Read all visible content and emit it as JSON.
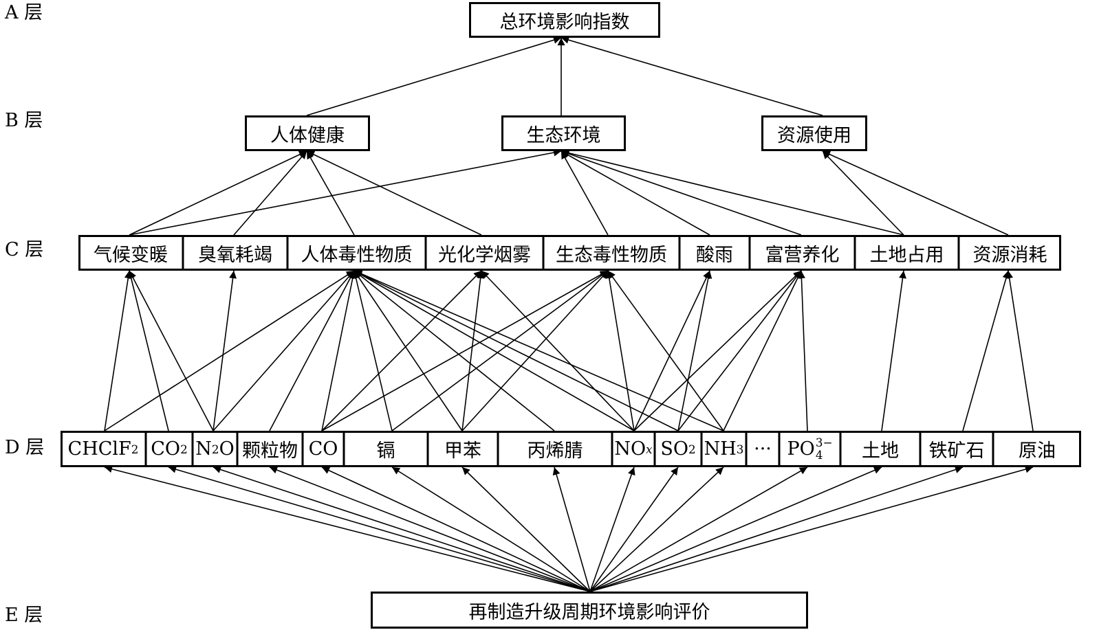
{
  "layers": {
    "a": "A 层",
    "b": "B 层",
    "c": "C 层",
    "d": "D 层",
    "e": "E 层"
  },
  "a_node": "总环境影响指数",
  "b_nodes": [
    "人体健康",
    "生态环境",
    "资源使用"
  ],
  "c_nodes": [
    "气候变暖",
    "臭氧耗竭",
    "人体毒性物质",
    "光化学烟雾",
    "生态毒性物质",
    "酸雨",
    "富营养化",
    "土地占用",
    "资源消耗"
  ],
  "d_nodes": {
    "chclf2": {
      "base": "CHClF",
      "sub": "2"
    },
    "co2": {
      "base": "CO",
      "sub": "2"
    },
    "n2o": {
      "base": "N",
      "sub": "2",
      "tail": "O"
    },
    "particulates": "颗粒物",
    "co": "CO",
    "cadmium": "镉",
    "toluene": "甲苯",
    "acrylonitrile": "丙烯腈",
    "nox": {
      "base": "NO",
      "sub": "x"
    },
    "so2": {
      "base": "SO",
      "sub": "2"
    },
    "nh3": {
      "base": "NH",
      "sub": "3"
    },
    "ellipsis": "···",
    "po4": {
      "base": "PO",
      "sub": "4",
      "sup": "3−"
    },
    "land": "土地",
    "iron_ore": "铁矿石",
    "crude_oil": "原油"
  },
  "e_node": "再制造升级周期环境影响评价"
}
